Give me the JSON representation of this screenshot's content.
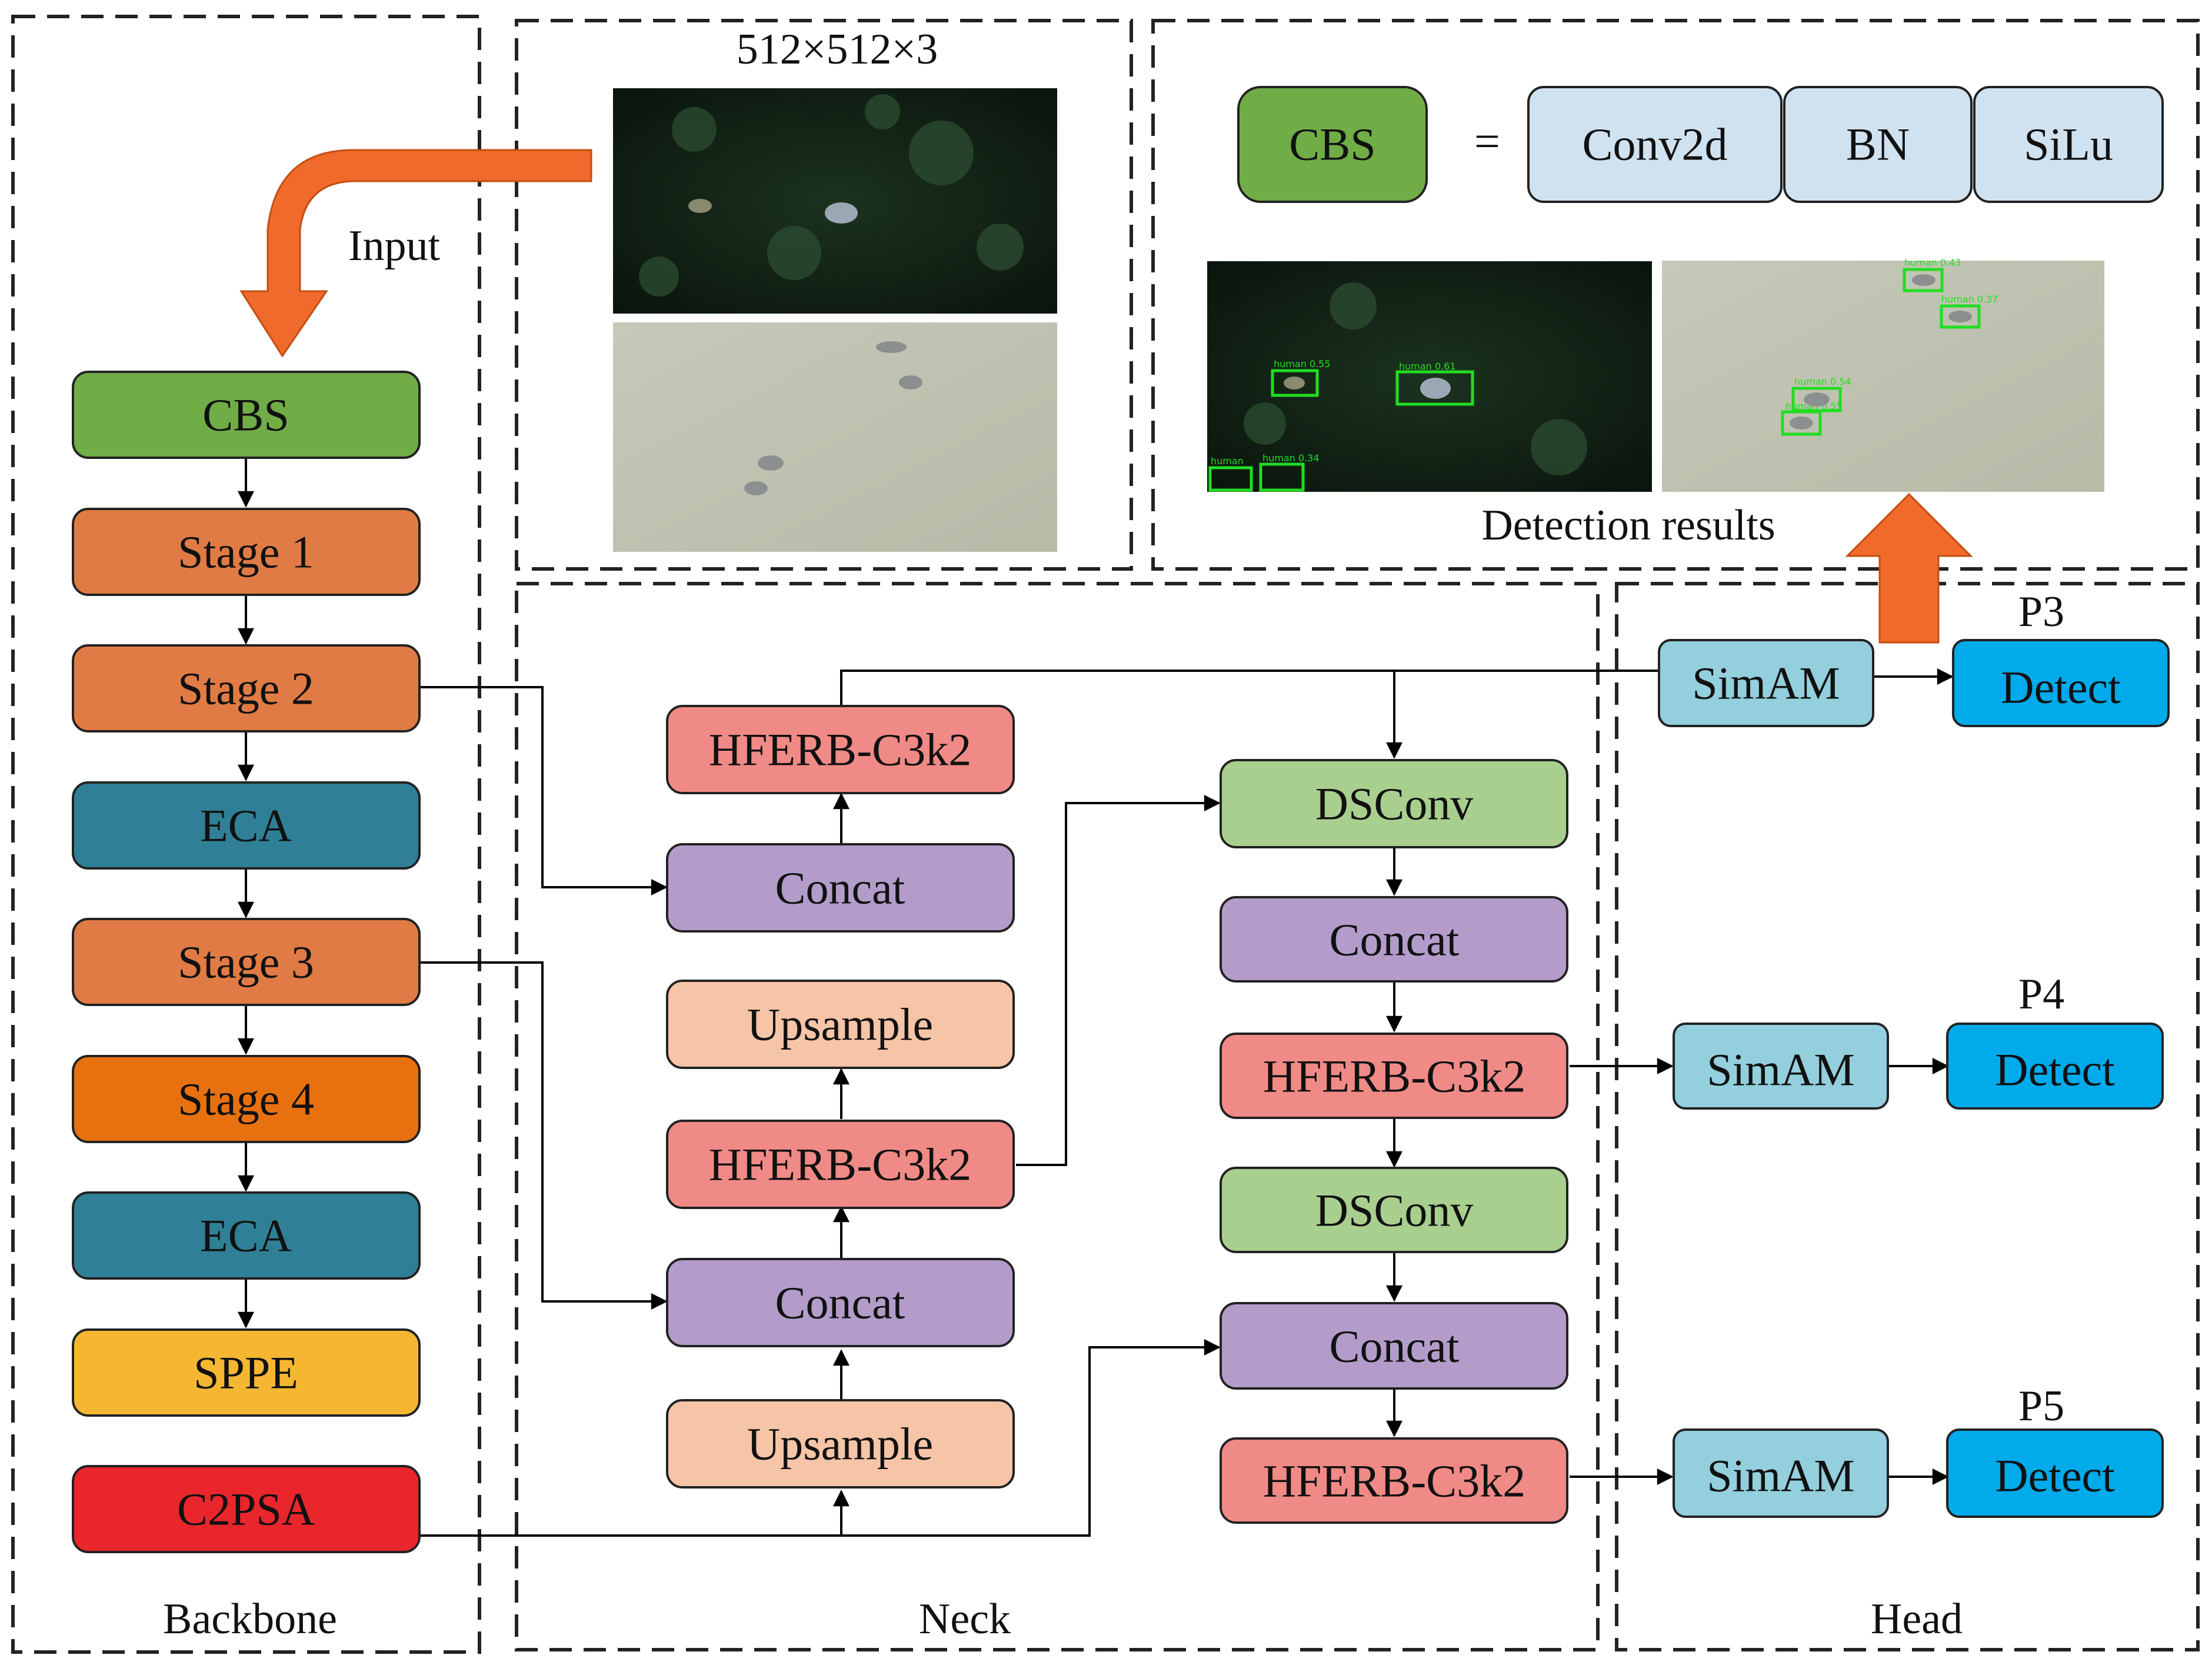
{
  "sections": {
    "backbone": "Backbone",
    "neck": "Neck",
    "head": "Head",
    "input_label": "Input",
    "input_size": "512×512×3",
    "detection_results": "Detection results"
  },
  "backbone_blocks": [
    "CBS",
    "Stage 1",
    "Stage 2",
    "ECA",
    "Stage 3",
    "Stage 4",
    "ECA",
    "SPPE",
    "C2PSA"
  ],
  "neck_left": [
    "HFERB-C3k2",
    "Concat",
    "Upsample",
    "HFERB-C3k2",
    "Concat",
    "Upsample"
  ],
  "neck_right": [
    "DSConv",
    "Concat",
    "HFERB-C3k2",
    "DSConv",
    "Concat",
    "HFERB-C3k2"
  ],
  "head": {
    "simam": [
      "SimAM",
      "SimAM",
      "SimAM"
    ],
    "detect": [
      "Detect",
      "Detect",
      "Detect"
    ],
    "scales": [
      "P3",
      "P4",
      "P5"
    ]
  },
  "legend": {
    "cbs": "CBS",
    "equals": "=",
    "parts": [
      "Conv2d",
      "BN",
      "SiLu"
    ]
  },
  "detections": {
    "image1": [
      "human 0.55",
      "human 0.61",
      "human",
      "human 0.34"
    ],
    "image2": [
      "human 0.43",
      "human 0.37",
      "human 0.54",
      "human 0.55"
    ]
  },
  "colors": {
    "cbs": "#70ad47",
    "stage": "#e07b45",
    "stage4": "#e8710f",
    "eca": "#2f7f96",
    "sppe": "#f5b731",
    "c2psa": "#e8262b",
    "hferb": "#f08a86",
    "concat": "#b39cca",
    "upsample": "#f6c4a7",
    "dsconv": "#a9cf8e",
    "simam": "#93cfdc",
    "detect": "#00aaeb",
    "legend_part": "#d0e2f0",
    "arrow_orange": "#f06a2b",
    "detection_box": "#22dd22"
  }
}
